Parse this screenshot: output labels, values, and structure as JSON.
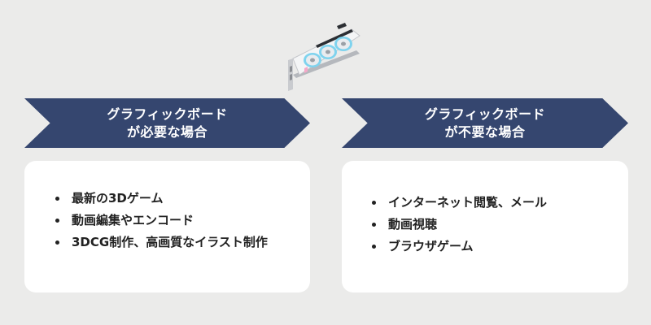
{
  "illustration": {
    "icon": "graphics-card-icon",
    "fan_ring_color": "#7fd3ee"
  },
  "left_column": {
    "banner_lines": [
      "グラフィックボード",
      "が必要な場合"
    ],
    "items": [
      "最新の3Dゲーム",
      "動画編集やエンコード",
      "3DCG制作、高画質なイラスト制作"
    ]
  },
  "right_column": {
    "banner_lines": [
      "グラフィックボード",
      "が不要な場合"
    ],
    "items": [
      "インターネット閲覧、メール",
      "動画視聴",
      "ブラウザゲーム"
    ]
  },
  "colors": {
    "background": "#ebebea",
    "banner": "#35466f",
    "card": "#ffffff",
    "text": "#222222"
  }
}
